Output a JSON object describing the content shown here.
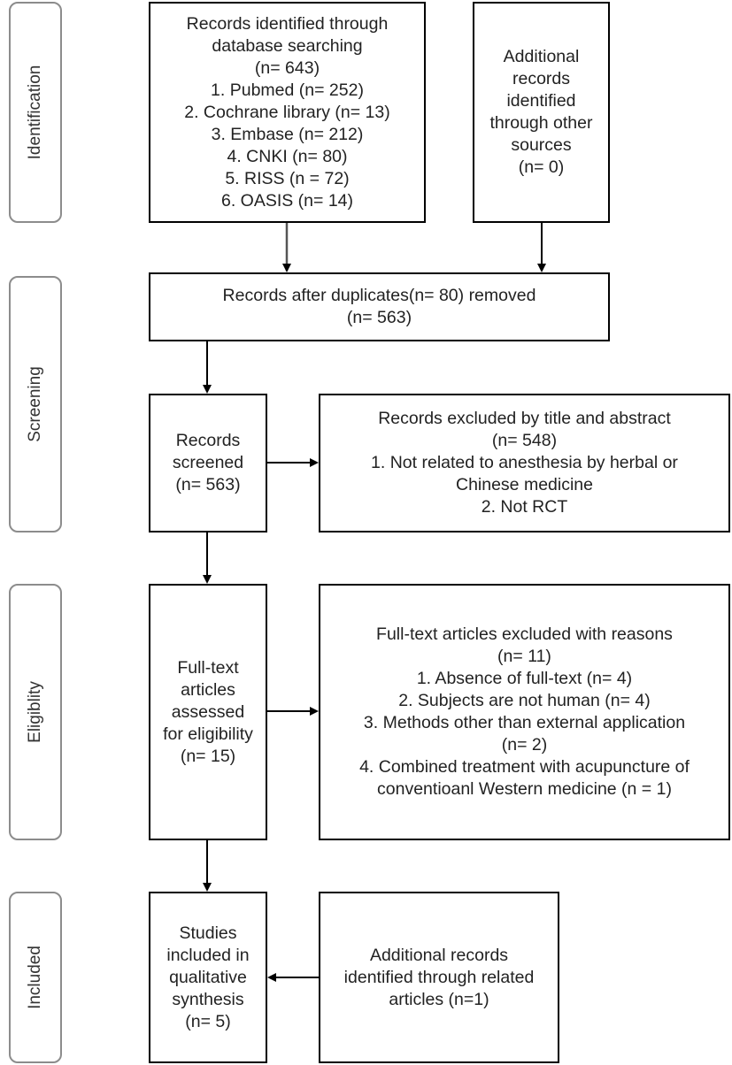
{
  "stages": {
    "identification": "Identification",
    "screening": "Screening",
    "eligibility": "Eligiblity",
    "included": "Included"
  },
  "boxes": {
    "db_search": {
      "lines": [
        "Records identified through",
        "database searching",
        "(n= 643)",
        "1. Pubmed (n= 252)",
        "2. Cochrane library (n= 13)",
        "3. Embase (n= 212)",
        "4. CNKI (n= 80)",
        "5. RISS (n = 72)",
        "6. OASIS (n= 14)"
      ]
    },
    "other_sources": {
      "lines": [
        "Additional",
        "records",
        "identified",
        "through other",
        "sources",
        "(n= 0)"
      ]
    },
    "after_duplicates": {
      "lines": [
        "Records after duplicates(n= 80) removed",
        "(n= 563)"
      ]
    },
    "screened": {
      "lines": [
        "Records",
        "screened",
        "(n= 563)"
      ]
    },
    "excluded_title": {
      "lines": [
        "Records excluded by title and abstract",
        "(n= 548)",
        "1. Not related to anesthesia by herbal or",
        "Chinese  medicine",
        "2. Not RCT"
      ]
    },
    "fulltext_assessed": {
      "lines": [
        "Full-text",
        "articles",
        "assessed",
        "for eligibility",
        "(n= 15)"
      ]
    },
    "fulltext_excluded": {
      "lines": [
        "Full-text articles excluded with reasons",
        "(n= 11)",
        "1. Absence of full-text (n= 4)",
        "2. Subjects are not human (n= 4)",
        "3. Methods other than external application",
        "(n= 2)",
        "4. Combined treatment with acupuncture of",
        "conventioanl Western medicine (n = 1)"
      ]
    },
    "included_studies": {
      "lines": [
        "Studies",
        "included in",
        "qualitative",
        "synthesis",
        "(n= 5)"
      ]
    },
    "additional_related": {
      "lines": [
        "Additional records",
        "identified through related",
        "articles (n=1)"
      ]
    }
  }
}
